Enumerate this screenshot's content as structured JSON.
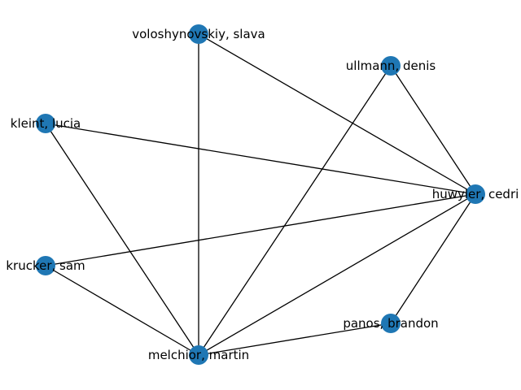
{
  "graph": {
    "nodes": [
      {
        "id": "voloshynovskiy",
        "label": "voloshynovskiy, slava"
      },
      {
        "id": "ullmann",
        "label": "ullmann, denis"
      },
      {
        "id": "kleint",
        "label": "kleint, lucia"
      },
      {
        "id": "huwyler",
        "label": "huwyler, cedri"
      },
      {
        "id": "krucker",
        "label": "krucker, sam"
      },
      {
        "id": "panos",
        "label": "panos, brandon"
      },
      {
        "id": "melchior",
        "label": "melchior, martin"
      }
    ],
    "edges": [
      [
        "voloshynovskiy",
        "melchior"
      ],
      [
        "voloshynovskiy",
        "huwyler"
      ],
      [
        "ullmann",
        "huwyler"
      ],
      [
        "ullmann",
        "melchior"
      ],
      [
        "kleint",
        "huwyler"
      ],
      [
        "kleint",
        "melchior"
      ],
      [
        "krucker",
        "huwyler"
      ],
      [
        "krucker",
        "melchior"
      ],
      [
        "huwyler",
        "melchior"
      ],
      [
        "huwyler",
        "panos"
      ],
      [
        "panos",
        "melchior"
      ]
    ],
    "node_color": "#1f77b4",
    "edge_color": "#000000"
  }
}
